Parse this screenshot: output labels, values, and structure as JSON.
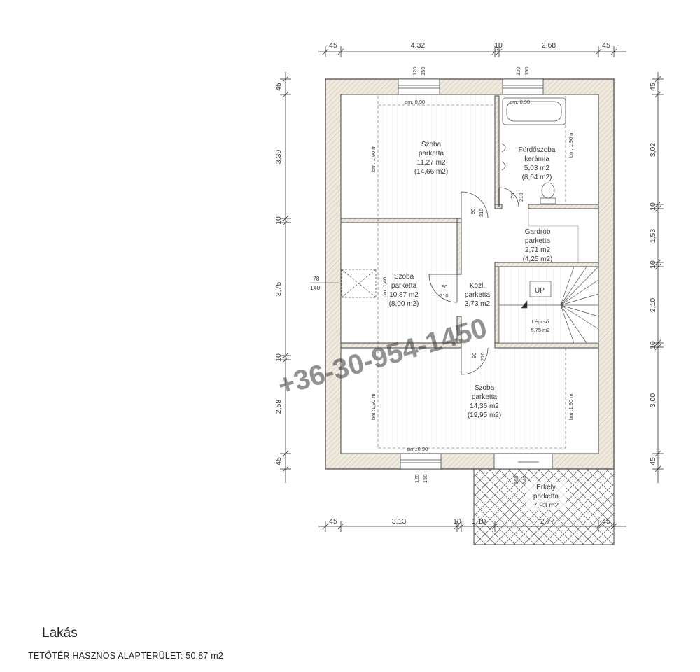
{
  "title": "Lakás",
  "subtitle": "TETŐTÉR HASZNOS ALAPTERÜLET: 50,87 m2",
  "watermark": "+36-30-954-1450",
  "rooms": {
    "szoba_top": [
      "Szoba",
      "parketta",
      "11,27 m2",
      "(14,66 m2)"
    ],
    "furdo": [
      "Fürdőszoba",
      "kerámia",
      "5,03 m2",
      "(8,04 m2)"
    ],
    "gardrob": [
      "Gardrób",
      "parketta",
      "2,71 m2",
      "(4,25 m2)"
    ],
    "szoba_mid": [
      "Szoba",
      "parketta",
      "10,87 m2",
      "(8,00 m2)"
    ],
    "kozl": [
      "Közl.",
      "parketta",
      "3,73 m2"
    ],
    "lepcso": [
      "Lépcső",
      "5,75 m2"
    ],
    "szoba_bot": [
      "Szoba",
      "parketta",
      "14,36 m2",
      "(19,95 m2)"
    ],
    "erkely": [
      "Erkély",
      "parketta",
      "7,93 m2"
    ]
  },
  "labels": {
    "up": "UP",
    "pm": "pm.:0,90",
    "bm": "bm.:1,90 m",
    "pm140": "pm.:1,40"
  },
  "dims": {
    "top": [
      "45",
      "4,32",
      "10",
      "2,68",
      "45"
    ],
    "bottom": [
      "45",
      "3,13",
      "10",
      "1,10",
      "2,77",
      "45"
    ],
    "left": [
      "45",
      "3,39",
      "10",
      "3,75",
      "10",
      "2,58",
      "45"
    ],
    "right": [
      "45",
      "3,02",
      "10",
      "1,53",
      "10",
      "2,10",
      "10",
      "3,00",
      "45"
    ]
  },
  "openings": {
    "win_w": "120",
    "win_h": "150",
    "door_w": "90",
    "door_h": "210",
    "bath_door_w": "75",
    "bath_door_h": "210",
    "balc_w": "160",
    "balc_h": "240",
    "skylight_w": "78",
    "skylight_h": "140"
  },
  "colors": {
    "wall_fill": "#e8e0d2",
    "wall_line": "#444444",
    "hatch": "#bcb6aa",
    "floor_lines": "#d6d6d6",
    "balcony_hatch": "#555555"
  }
}
